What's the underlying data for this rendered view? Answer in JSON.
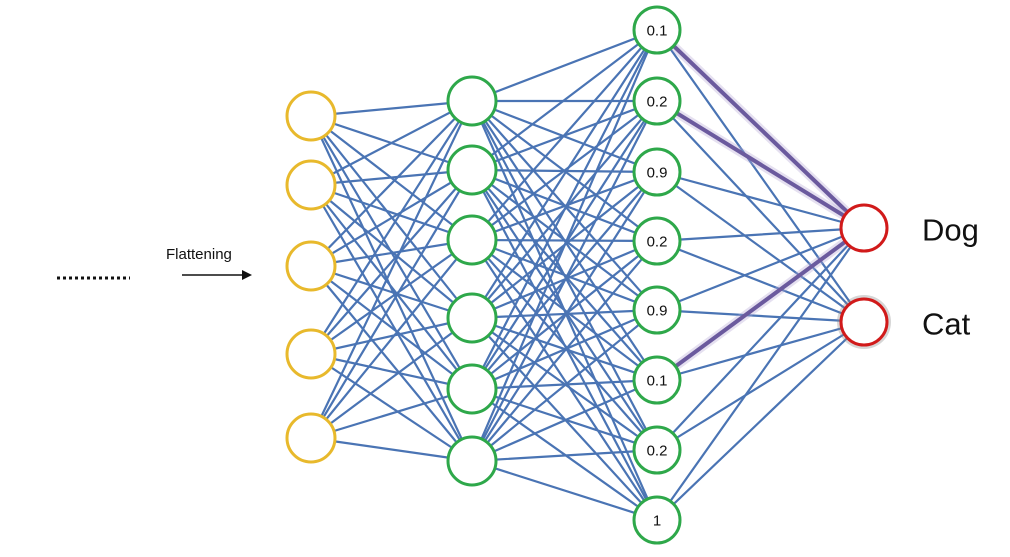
{
  "flatten": {
    "label": "Flattening"
  },
  "layers": {
    "input": {
      "count": 5
    },
    "hidden": {
      "count": 6
    },
    "feature": {
      "values": [
        "0.1",
        "0.2",
        "0.9",
        "0.2",
        "0.9",
        "0.1",
        "0.2",
        "1"
      ]
    },
    "output": {
      "nodes": [
        {
          "label": "Dog",
          "filled": false
        },
        {
          "label": "Cat",
          "filled": true
        }
      ]
    }
  },
  "highlighted_edges": [
    {
      "from_feature": 0,
      "to_output": 0
    },
    {
      "from_feature": 1,
      "to_output": 0
    },
    {
      "from_feature": 5,
      "to_output": 0
    }
  ],
  "colors": {
    "edge": "#4a74b4",
    "highlight": "#6b5a9e",
    "highlight_glow": "#b6a8d6",
    "input_node": "#e8b92c",
    "hidden_node": "#2ea84a",
    "output_node": "#d11a1a",
    "output_fill": "#c20c0c"
  }
}
